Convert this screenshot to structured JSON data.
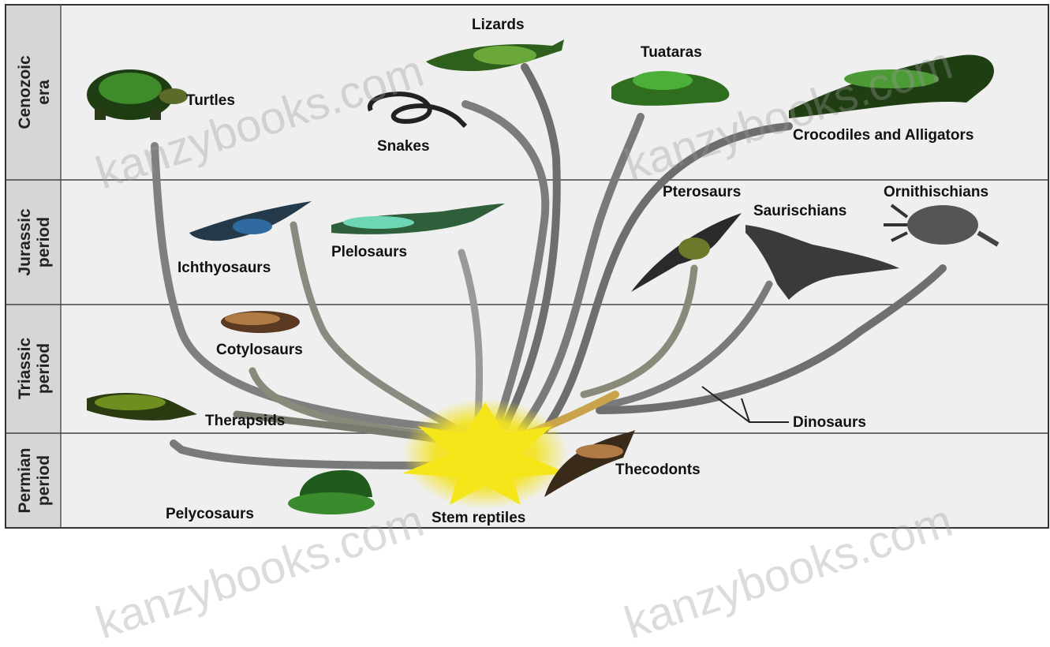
{
  "periods": [
    {
      "line1": "Cenozoic",
      "line2": "era"
    },
    {
      "line1": "Jurassic",
      "line2": "period"
    },
    {
      "line1": "Triassic",
      "line2": "period"
    },
    {
      "line1": "Permian",
      "line2": "period"
    }
  ],
  "groups": {
    "turtles": "Turtles",
    "lizards": "Lizards",
    "snakes": "Snakes",
    "tuataras": "Tuataras",
    "crocodiles": "Crocodiles and Alligators",
    "pterosaurs": "Pterosaurs",
    "saurischians": "Saurischians",
    "ornithischians": "Ornithischians",
    "ichthyosaurs": "Ichthyosaurs",
    "plesiosaurs": "Plelosaurs",
    "cotylosaurs": "Cotylosaurs",
    "therapsids": "Therapsids",
    "dinosaurs": "Dinosaurs",
    "thecodonts": "Thecodonts",
    "pelycosaurs": "Pelycosaurs",
    "stem_reptiles": "Stem reptiles"
  },
  "watermark": "kanzybooks.com",
  "colors": {
    "band": "#efefef",
    "period_column": "#d6d6d6",
    "border": "#333333",
    "branch": "#777777",
    "stem_yellow": "#f2e21c"
  }
}
